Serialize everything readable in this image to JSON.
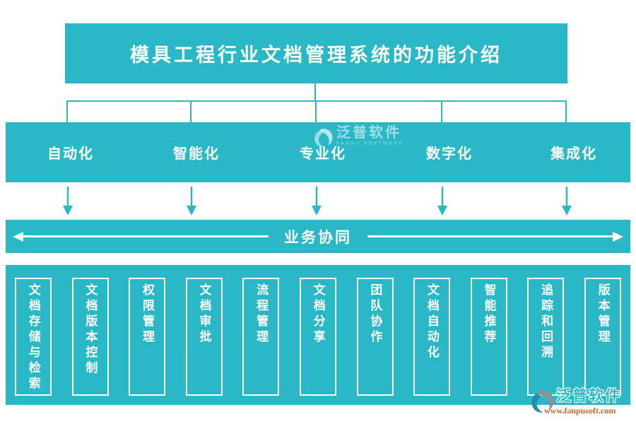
{
  "header": {
    "title": "模具工程行业文档管理系统的功能介绍"
  },
  "categories": [
    "自动化",
    "智能化",
    "专业化",
    "数字化",
    "集成化"
  ],
  "collaboration": {
    "label": "业务协同"
  },
  "features": [
    "文档存储与检索",
    "文档版本控制",
    "权限管理",
    "文档审批",
    "流程管理",
    "文档分享",
    "团队协作",
    "文档自动化",
    "智能推荐",
    "追踪和回溯",
    "版本管理"
  ],
  "watermark": {
    "brand": "泛普软件",
    "brand_en": "FANPU SOFTWARE"
  },
  "footer": {
    "brand": "泛普软件",
    "website": "www.fanpusoft.com"
  },
  "colors": {
    "teal": "#2bb8c6",
    "text_on_teal": "#ffffff",
    "url_orange": "#c4652e",
    "logo_gray": "#8b9299",
    "logo_dark_teal": "#1a93a8"
  }
}
